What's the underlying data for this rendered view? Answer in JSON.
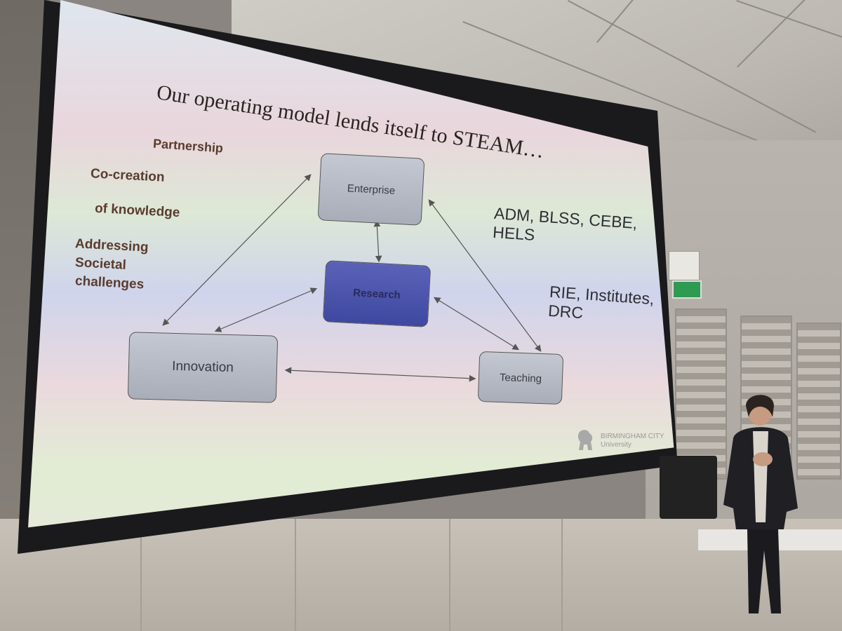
{
  "slide": {
    "title": "Our operating model lends itself to STEAM…",
    "left_terms": [
      "Partnership",
      "Co-creation",
      "of knowledge",
      "Addressing",
      "Societal",
      "challenges"
    ],
    "nodes": {
      "enterprise": "Enterprise",
      "research": "Research",
      "innovation": "Innovation",
      "teaching": "Teaching"
    },
    "right_groups": {
      "faculties_line1": "ADM, BLSS, CEBE,",
      "faculties_line2": "HELS",
      "institutes_line1": "RIE, Institutes,",
      "institutes_line2": "DRC"
    },
    "logo": {
      "line1": "BIRMINGHAM CITY",
      "line2": "University",
      "icon": "lion-icon"
    }
  },
  "colors": {
    "node_gray": "#b5b9c3",
    "research_blue": "#4a52ad",
    "left_text": "#5a3b2e",
    "exit_green": "#2f9a52"
  }
}
